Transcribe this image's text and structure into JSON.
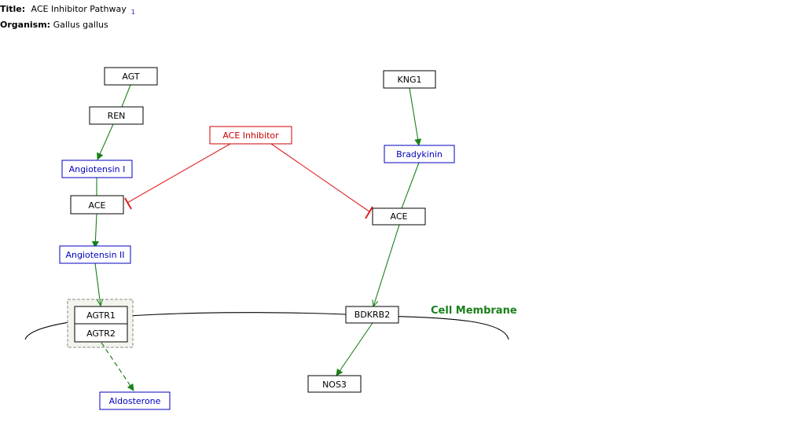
{
  "header": {
    "title_label": "Title:",
    "title": "ACE Inhibitor Pathway",
    "title_ref": "1",
    "organism_label": "Organism:",
    "organism": "Gallus gallus"
  },
  "nodes": {
    "agt": "AGT",
    "ren": "REN",
    "angiotensin_i": "Angiotensin I",
    "ace_left": "ACE",
    "angiotensin_ii": "Angiotensin II",
    "agtr1": "AGTR1",
    "agtr2": "AGTR2",
    "aldosterone": "Aldosterone",
    "ace_inhibitor": "ACE Inhibitor",
    "kng1": "KNG1",
    "bradykinin": "Bradykinin",
    "ace_right": "ACE",
    "bdkrb2": "BDKRB2",
    "nos3": "NOS3"
  },
  "labels": {
    "cell_membrane": "Cell Membrane"
  },
  "colors": {
    "gene": "#000000",
    "metabolite": "#0000c0",
    "drug": "#cc0000",
    "arrow": "#1a7f1a",
    "inhibit": "#e02020",
    "membrane_label": "#1a7f1a"
  }
}
